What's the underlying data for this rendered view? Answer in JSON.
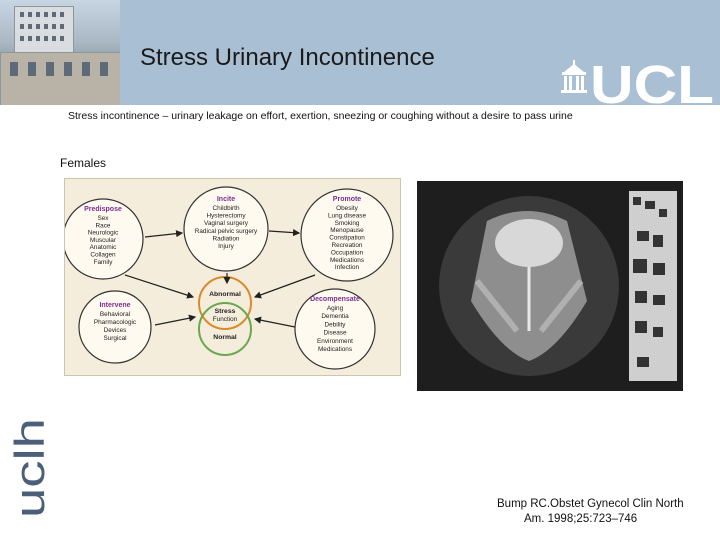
{
  "header": {
    "title": "Stress Urinary Incontinence",
    "logo_text": "UCL",
    "band_color": "#a9bfd4"
  },
  "subtitle": "Stress incontinence – urinary leakage on effort, exertion, sneezing or coughing without a desire to pass urine",
  "section_label": "Females",
  "diagram": {
    "predispose": {
      "title": "Predispose",
      "items": [
        "Sex",
        "Race",
        "Neurologic",
        "Muscular",
        "Anatomic",
        "Collagen",
        "Family"
      ]
    },
    "incite": {
      "title": "Incite",
      "items": [
        "Childbirth",
        "Hysterectomy",
        "Vaginal surgery",
        "Radical pelvic surgery",
        "Radiation",
        "Injury"
      ]
    },
    "promote": {
      "title": "Promote",
      "items": [
        "Obesity",
        "Lung disease",
        "Smoking",
        "Menopause",
        "Constipation",
        "Recreation",
        "Occupation",
        "Medications",
        "Infection"
      ]
    },
    "intervene": {
      "title": "Intervene",
      "items": [
        "Behavioral",
        "Pharmacologic",
        "Devices",
        "Surgical"
      ]
    },
    "decompensate": {
      "title": "Decompensate",
      "items": [
        "Aging",
        "Dementia",
        "Debility",
        "Disease",
        "Environment",
        "Medications"
      ]
    },
    "center": {
      "top": "Abnormal",
      "middle1": "Stress",
      "middle2": "Function",
      "bottom": "Normal"
    }
  },
  "side_text": "uclh",
  "citation": {
    "line1": "Bump RC.Obstet Gynecol Clin North",
    "line2": "Am. 1998;25:723–746"
  }
}
